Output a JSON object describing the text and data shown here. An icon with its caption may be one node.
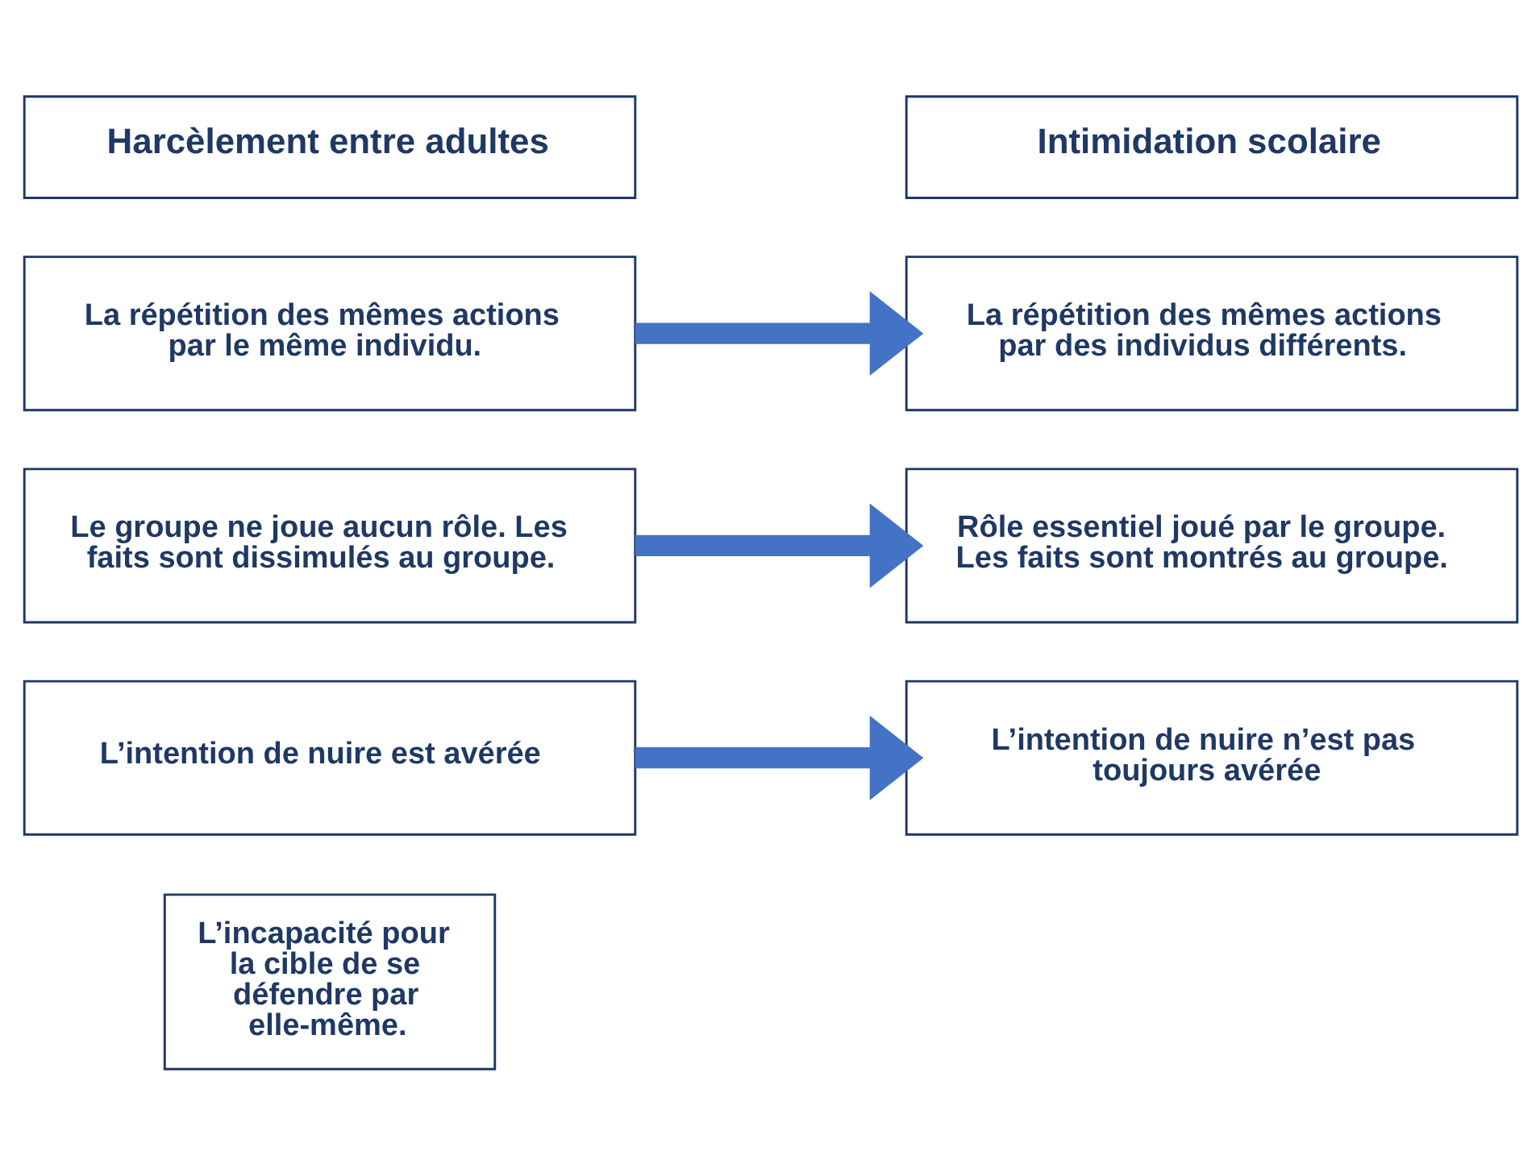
{
  "diagram": {
    "nodes": [
      {
        "text": [
          "Harcèlement entre adultes"
        ]
      },
      {
        "text": [
          "Intimidation scolaire"
        ]
      },
      {
        "text": [
          "La répétition des mêmes actions par le même individu."
        ]
      },
      {
        "text": [
          "La répétition des mêmes actions par des individus différents."
        ]
      },
      {
        "text": [
          "Le groupe ne joue aucun rôle. Les faits sont dissimulés au groupe."
        ]
      },
      {
        "text": [
          "Rôle essentiel joué par le groupe. Les faits sont montrés au groupe."
        ]
      },
      {
        "text": [
          "L’intention de nuire est avérée"
        ]
      },
      {
        "text": [
          "L’intention de nuire n’est pas toujours avérée"
        ]
      },
      {
        "text": [
          "L’incapacité pour la cible de se défendre par elle-même."
        ]
      }
    ],
    "edges": [
      {
        "from": 2,
        "to": 3,
        "arrow": "to",
        "color": "#4472c4"
      },
      {
        "from": 4,
        "to": 5,
        "arrow": "to",
        "color": "#4472c4"
      },
      {
        "from": 6,
        "to": 7,
        "arrow": "to",
        "color": "#4472c4"
      }
    ]
  }
}
